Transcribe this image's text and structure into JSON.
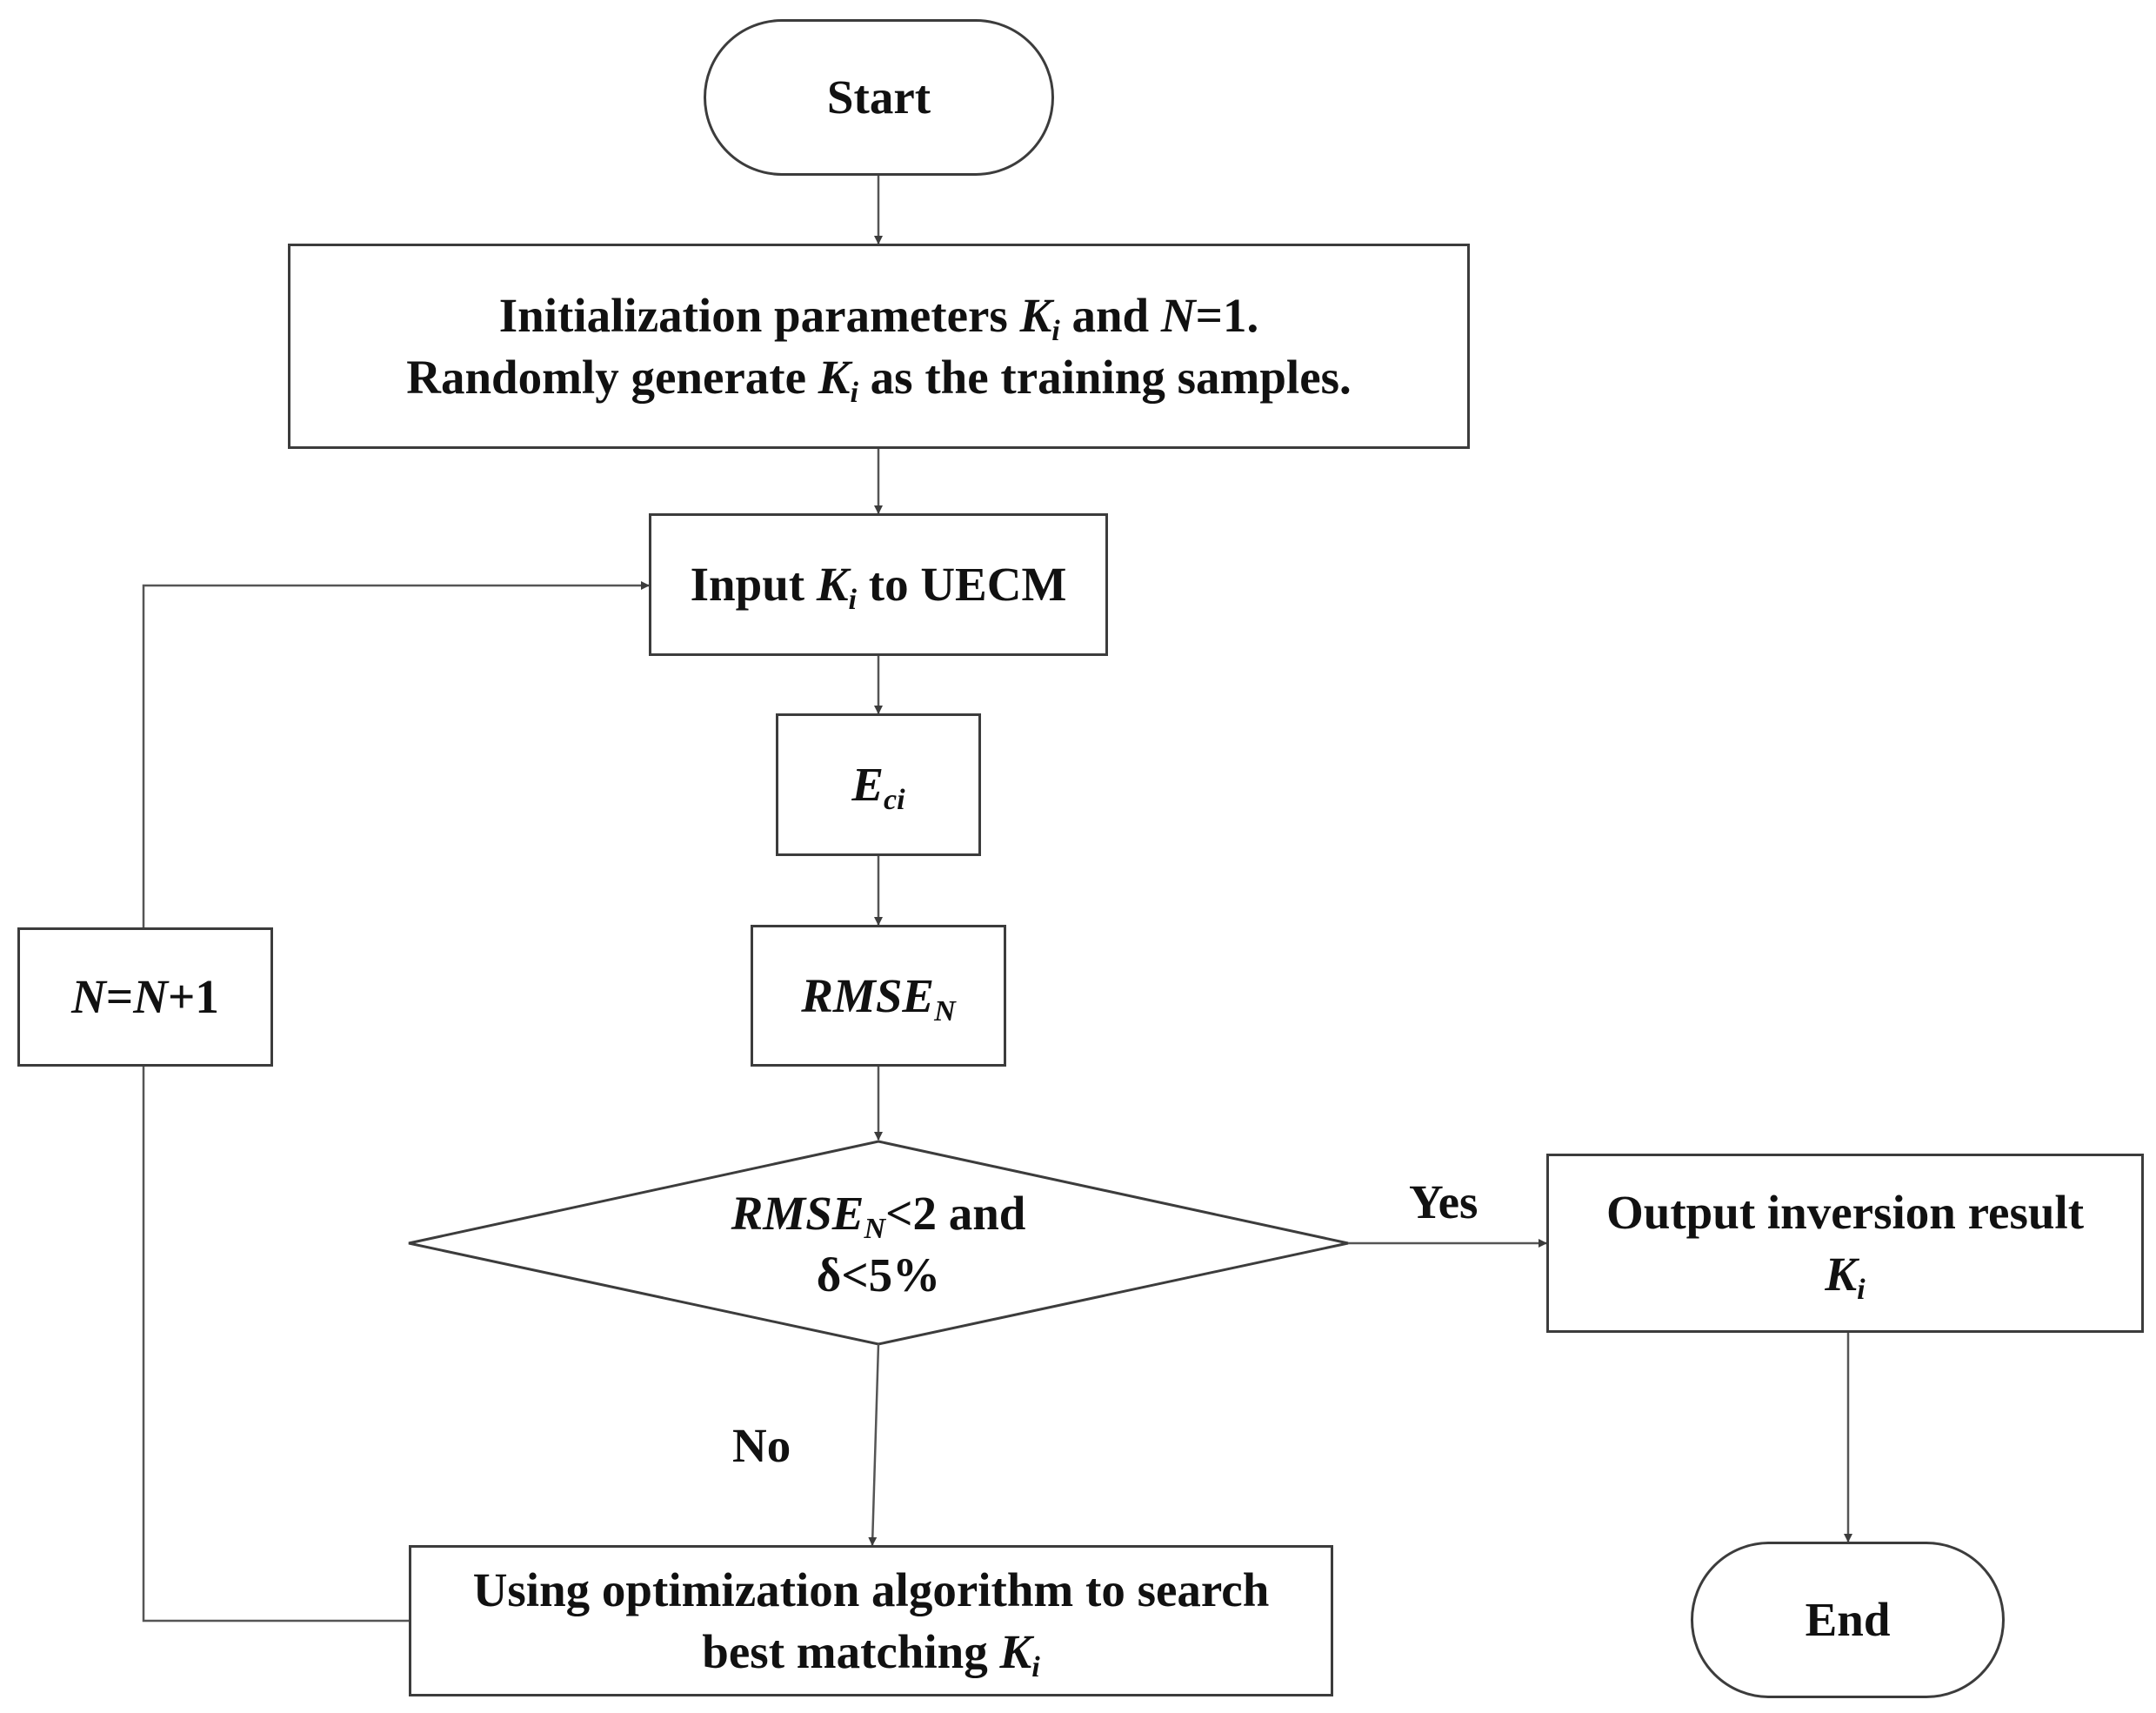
{
  "nodes": {
    "start": "Start",
    "init": {
      "line1_a": "Initialization parameters ",
      "line1_k": "K",
      "line1_sub": "i",
      "line1_b": " and ",
      "line1_n": "N",
      "line1_c": "=1.",
      "line2_a": "Randomly generate ",
      "line2_k": "K",
      "line2_sub": "i",
      "line2_b": " as the training samples."
    },
    "input": {
      "a": "Input ",
      "k": "K",
      "sub": "i",
      "b": " to UECM"
    },
    "eci": {
      "e": "E",
      "sub": "ci"
    },
    "rmse": {
      "main": "RMSE",
      "sub": "N"
    },
    "decision": {
      "rmse": "RMSE",
      "sub": "N",
      "cond1": "<2 and",
      "cond2": "δ<5%"
    },
    "output": {
      "line1": "Output inversion result",
      "k": "K",
      "sub": "i"
    },
    "end": "End",
    "update": {
      "n1": "N",
      "eq": "=",
      "n2": "N",
      "plus": "+1"
    },
    "optimize": {
      "line1": "Using optimization algorithm to search",
      "line2_a": "best matching ",
      "k": "K",
      "sub": "i"
    }
  },
  "edges": {
    "yes": "Yes",
    "no": "No"
  }
}
